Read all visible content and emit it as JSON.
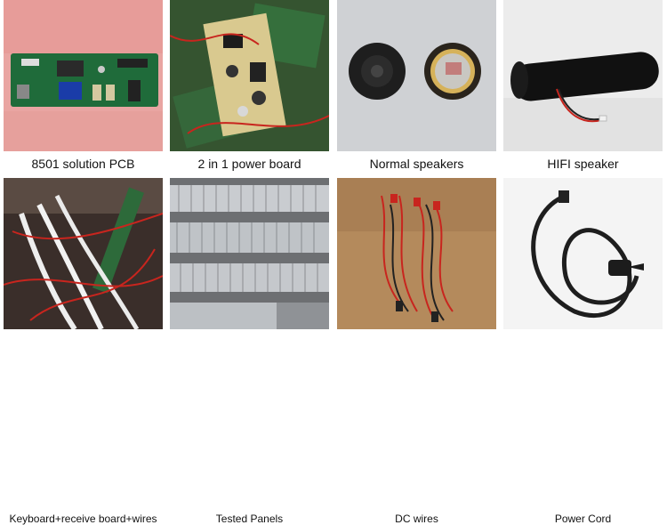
{
  "products": [
    {
      "caption": "8501 solution PCB",
      "icon": "pcb-board-photo"
    },
    {
      "caption": "2 in 1 power board",
      "icon": "power-board-photo"
    },
    {
      "caption": "Normal speakers",
      "icon": "speakers-photo"
    },
    {
      "caption": "HIFI speaker",
      "icon": "hifi-speaker-photo"
    },
    {
      "caption": "Keyboard+receive board+wires",
      "icon": "keyboard-wires-photo"
    },
    {
      "caption": "Tested Panels",
      "icon": "panels-photo"
    },
    {
      "caption": "DC wires",
      "icon": "dc-wires-photo"
    },
    {
      "caption": "Power Cord",
      "icon": "power-cord-photo"
    }
  ]
}
